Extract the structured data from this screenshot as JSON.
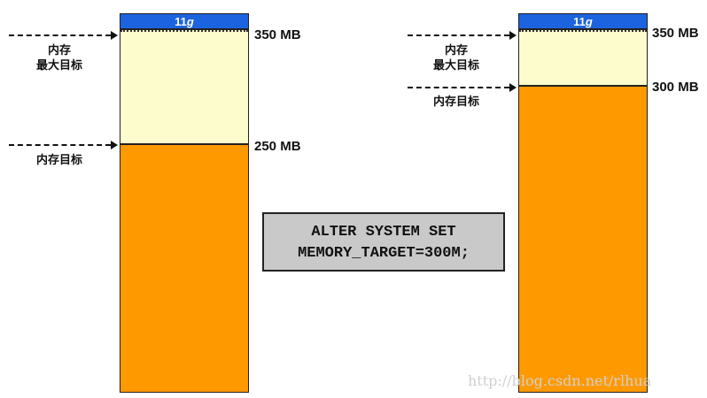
{
  "version_label": {
    "num": "11",
    "letter": "g"
  },
  "left_panel": {
    "max_label_line1": "内存",
    "max_label_line2": "最大目标",
    "max_value": "350 MB",
    "target_label": "内存目标",
    "target_value": "250 MB"
  },
  "right_panel": {
    "max_label_line1": "内存",
    "max_label_line2": "最大目标",
    "max_value": "350 MB",
    "target_label": "内存目标",
    "target_value": "300 MB"
  },
  "command": {
    "line1": "ALTER SYSTEM SET",
    "line2": "MEMORY_TARGET=300M;"
  },
  "watermark": "http://blog.csdn.net/rlhua",
  "colors": {
    "header": "#1c63e0",
    "reserved": "#fdfccc",
    "used": "#ff9900",
    "command_bg": "#c9c9c9"
  }
}
